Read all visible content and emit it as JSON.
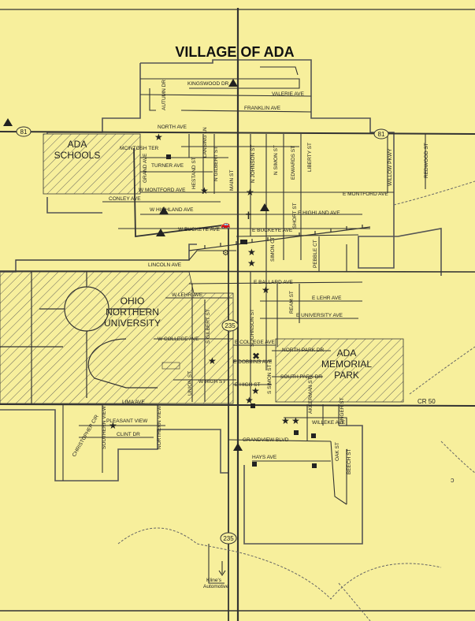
{
  "title": "VILLAGE OF ADA",
  "colors": {
    "paper": "#f7ef9c",
    "ink": "#333333",
    "hatch": "#555555"
  },
  "areas": {
    "schools": "ADA\nSCHOOLS",
    "university": "OHIO\nNORTHERN\nUNIVERSITY",
    "park": "ADA\nMEMORIAL\nPARK"
  },
  "route_shields": [
    "81",
    "81",
    "235",
    "235"
  ],
  "streets": [
    "KINGSWOOD DR",
    "VALERIE AVE",
    "FRANKLIN AVE",
    "NORTH AVE",
    "AUTUMN DR",
    "MCINTOSH TER",
    "TURNER AVE",
    "GRAND AVE",
    "W MONTFORD AVE",
    "HESTAND ST",
    "LANSING LN",
    "N GILBERT ST",
    "MAIN ST",
    "N JOHNSON ST",
    "N SIMON ST",
    "EDWARDS ST",
    "LIBERTY ST",
    "WILLOW PKWY",
    "REDWOOD ST",
    "E MONTFORD AVE",
    "CONLEY AVE",
    "W HIGHLAND AVE",
    "E HIGHLAND AVE",
    "SHORT ST",
    "W BUCKEYE AVE",
    "E BUCKEYE AVE",
    "SIMON CT",
    "PEBBLE CT",
    "LINCOLN AVE",
    "E BALLARD AVE",
    "W LEHR AVE",
    "E LEHR AVE",
    "REAM ST",
    "E UNIVERSITY AVE",
    "S GILBERT ST",
    "S JOHNSON ST",
    "W COLLEGE AVE",
    "E COLLEGE AVE",
    "NORTH PARK DR",
    "E DOBBINS AVE",
    "SOUTH PARK DR",
    "UNION ST",
    "W HIGH ST",
    "E HIGH ST",
    "S SIMON ST",
    "LIMA AVE",
    "CR 50",
    "CHRISTOPHER CIR",
    "SOUTHERN VIEW",
    "PLEASANT VIEW",
    "NORTHERN VIEW",
    "CLINT DR",
    "AKKERMAN ST",
    "WILLEKE AVE",
    "UNGER ST",
    "GRANDVIEW BLVD",
    "HAYS AVE",
    "OAK ST",
    "BEECH ST"
  ],
  "landmarks": {
    "kline": "Kline's\nAutomotive"
  }
}
